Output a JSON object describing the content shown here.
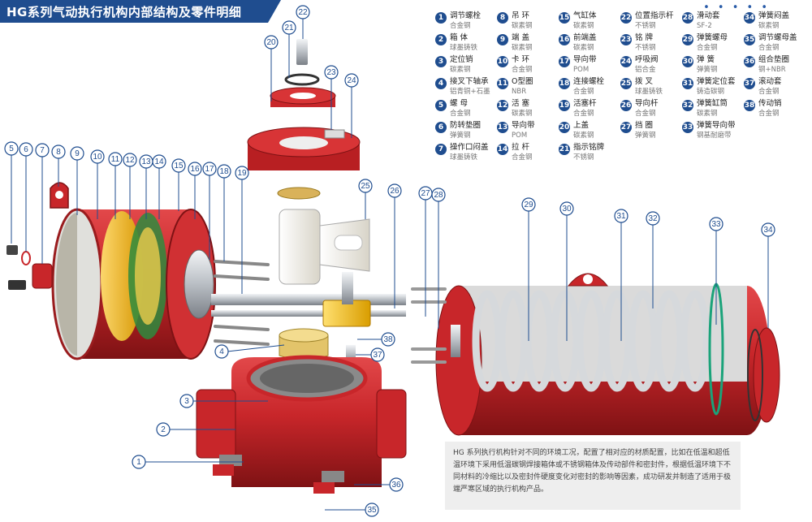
{
  "header": {
    "title": "HG系列气动执行机构内部结构及零件明细",
    "dots": "• • • • •"
  },
  "parts": [
    {
      "num": "1",
      "name": "调节螺栓",
      "material": "合金钢"
    },
    {
      "num": "2",
      "name": "箱 体",
      "material": "球墨铸铁"
    },
    {
      "num": "3",
      "name": "定位销",
      "material": "碳素钢"
    },
    {
      "num": "4",
      "name": "接叉下轴承",
      "material": "铝青铜+石墨"
    },
    {
      "num": "5",
      "name": "螺 母",
      "material": "合金钢"
    },
    {
      "num": "6",
      "name": "防转垫圈",
      "material": "弹簧钢"
    },
    {
      "num": "7",
      "name": "操作口闷盖",
      "material": "球墨铸铁"
    },
    {
      "num": "8",
      "name": "吊 环",
      "material": "碳素钢"
    },
    {
      "num": "9",
      "name": "端 盖",
      "material": "碳素钢"
    },
    {
      "num": "10",
      "name": "卡 环",
      "material": "合金钢"
    },
    {
      "num": "11",
      "name": "O型圈",
      "material": "NBR"
    },
    {
      "num": "12",
      "name": "活 塞",
      "material": "碳素钢"
    },
    {
      "num": "13",
      "name": "导向带",
      "material": "POM"
    },
    {
      "num": "14",
      "name": "拉 杆",
      "material": "合金钢"
    },
    {
      "num": "15",
      "name": "气缸体",
      "material": "碳素钢"
    },
    {
      "num": "16",
      "name": "前端盖",
      "material": "碳素钢"
    },
    {
      "num": "17",
      "name": "导向带",
      "material": "POM"
    },
    {
      "num": "18",
      "name": "连接螺栓",
      "material": "合金钢"
    },
    {
      "num": "19",
      "name": "活塞杆",
      "material": "合金钢"
    },
    {
      "num": "20",
      "name": "上盖",
      "material": "碳素钢"
    },
    {
      "num": "21",
      "name": "指示铭牌",
      "material": "不锈钢"
    },
    {
      "num": "22",
      "name": "位置指示杆",
      "material": "不锈钢"
    },
    {
      "num": "23",
      "name": "铭 牌",
      "material": "不锈钢"
    },
    {
      "num": "24",
      "name": "呼吸阀",
      "material": "铝合金"
    },
    {
      "num": "25",
      "name": "拨 叉",
      "material": "球墨铸铁"
    },
    {
      "num": "26",
      "name": "导向杆",
      "material": "合金钢"
    },
    {
      "num": "27",
      "name": "挡 圈",
      "material": "弹簧钢"
    },
    {
      "num": "",
      "name": "",
      "material": ""
    },
    {
      "num": "28",
      "name": "滑动套",
      "material": "SF-2"
    },
    {
      "num": "29",
      "name": "弹簧螺母",
      "material": "合金钢"
    },
    {
      "num": "30",
      "name": "弹 簧",
      "material": "弹簧钢"
    },
    {
      "num": "31",
      "name": "弹簧定位套",
      "material": "铸造碳钢"
    },
    {
      "num": "32",
      "name": "弹簧缸筒",
      "material": "碳素钢"
    },
    {
      "num": "33",
      "name": "弹簧导向带",
      "material": "钢基耐磨带"
    },
    {
      "num": "",
      "name": "",
      "material": ""
    },
    {
      "num": "34",
      "name": "弹簧闷盖",
      "material": "碳素钢"
    },
    {
      "num": "35",
      "name": "调节螺母盖",
      "material": "合金钢"
    },
    {
      "num": "36",
      "name": "组合垫圈",
      "material": "钢+NBR"
    },
    {
      "num": "37",
      "name": "滚动套",
      "material": "合金钢"
    },
    {
      "num": "38",
      "name": "传动销",
      "material": "合金钢"
    },
    {
      "num": "",
      "name": "",
      "material": ""
    },
    {
      "num": "",
      "name": "",
      "material": ""
    }
  ],
  "callouts": [
    "1",
    "2",
    "3",
    "4",
    "5",
    "6",
    "7",
    "8",
    "9",
    "10",
    "11",
    "12",
    "13",
    "14",
    "15",
    "16",
    "17",
    "18",
    "19",
    "20",
    "21",
    "22",
    "23",
    "24",
    "25",
    "26",
    "27",
    "28",
    "29",
    "30",
    "31",
    "32",
    "33",
    "34",
    "35",
    "36",
    "37",
    "38"
  ],
  "description": "HG 系列执行机构针对不同的环境工况，配置了相对应的材质配置，比如在低温和超低温环境下采用低温碳钢焊接箱体或不锈钢箱体及传动部件和密封件，根据低温环境下不同材料的冷缩比以及密封件硬度变化对密封的影响等因素，成功研发并制造了适用于极端严寒区域的执行机构产品。",
  "colors": {
    "brand_blue": "#1f4d8f",
    "body_red": "#c8262a",
    "piston_yellow": "#f2c21a",
    "steel": "#b9bec4"
  }
}
